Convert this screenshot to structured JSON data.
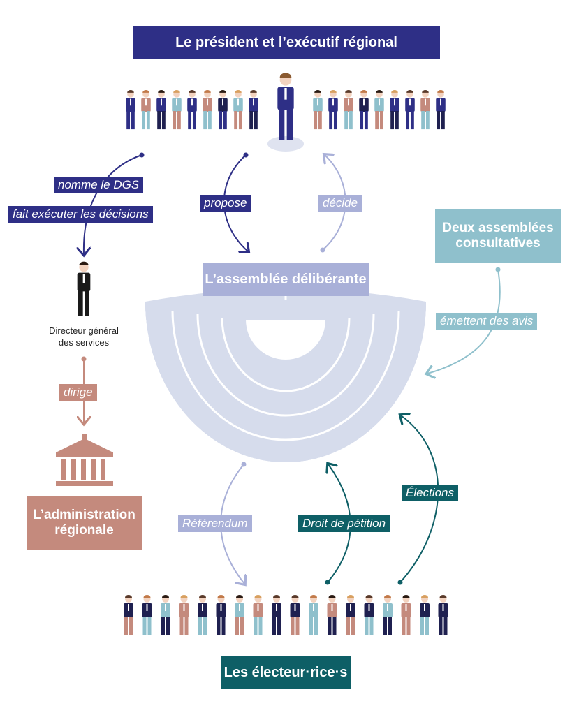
{
  "title_box": {
    "label": "Le président et l’exécutif régional"
  },
  "assembly": {
    "label": "L’assemblée délibérante"
  },
  "consultative": {
    "label_line1": "Deux assemblées",
    "label_line2": "consultatives"
  },
  "administration": {
    "label_line1": "L’administration",
    "label_line2": "régionale"
  },
  "voters": {
    "label": "Les électeur·rice·s"
  },
  "dgs": {
    "caption_line1": "Directeur général",
    "caption_line2": "des services"
  },
  "tags": {
    "nomme": "nomme le DGS",
    "fait_executer": "fait exécuter les décisions",
    "propose": "propose",
    "decide": "décide",
    "emettent": "émettent des avis",
    "dirige": "dirige",
    "referendum": "Référendum",
    "petition": "Droit de pétition",
    "elections": "Élections"
  },
  "colors": {
    "navy": "#2e2f86",
    "lavender": "#a9b0d8",
    "hemicycle": "#d6dcec",
    "teal_light": "#8fc0cc",
    "rose": "#c48a7d",
    "teal_dark": "#0e5f66"
  },
  "icons": [
    "person-icon",
    "building-icon",
    "arrow-icon"
  ]
}
